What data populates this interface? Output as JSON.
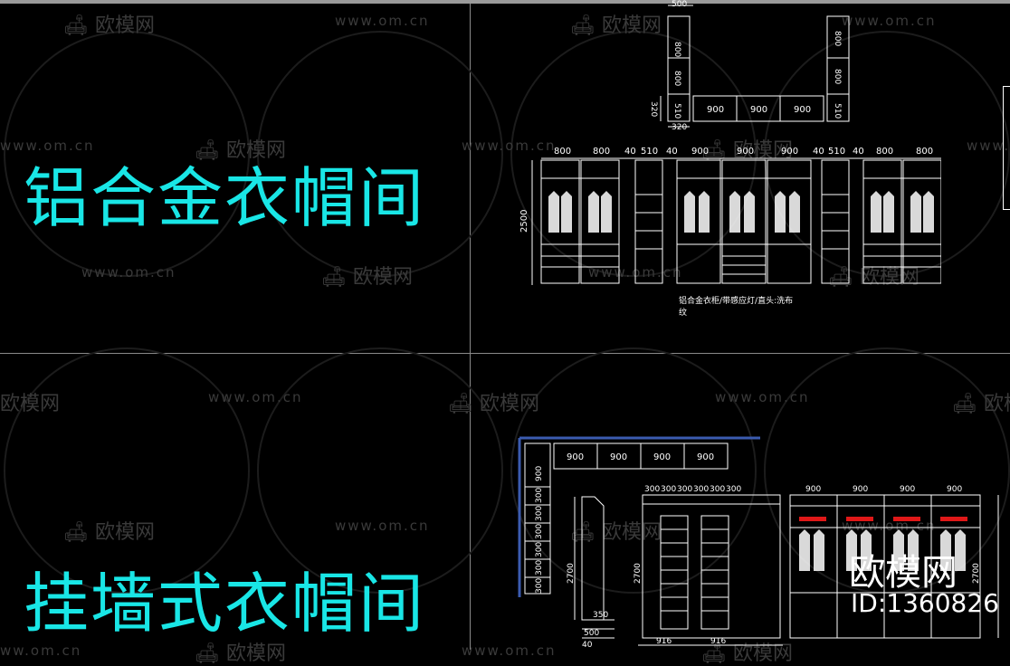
{
  "titles": {
    "aluminum": "铝合金衣帽间",
    "wall_hung": "挂墙式衣帽间"
  },
  "watermark": {
    "logo": "欧模网",
    "url": "www.om.cn",
    "url_short": "ww.om.cn",
    "logo_partial": "欧模网"
  },
  "top_plan": {
    "top_width": "500",
    "left_col": [
      "800",
      "800"
    ],
    "right_col": [
      "800",
      "800"
    ],
    "corner_left": "510",
    "corner_right": "510",
    "row": [
      "900",
      "900",
      "900"
    ],
    "side_320": "320",
    "bottom_320": "320"
  },
  "top_elev": {
    "widths": [
      "800",
      "800",
      "40",
      "510",
      "40",
      "900",
      "900",
      "900",
      "40",
      "510",
      "40",
      "800",
      "800"
    ],
    "height": "2500",
    "caption_line1": "铝合金衣柜/带感应灯/直头:洗布",
    "caption_line2": "纹"
  },
  "bottom_plan": {
    "row": [
      "900",
      "900",
      "900",
      "900"
    ],
    "side": [
      "900",
      "300",
      "300",
      "300",
      "300",
      "300",
      "300"
    ]
  },
  "bottom_elev": {
    "top_small": [
      "300",
      "300",
      "300",
      "300",
      "300",
      "300"
    ],
    "bottom": [
      "916",
      "916"
    ],
    "heights": [
      "2700",
      "2700",
      "2700"
    ],
    "col_900": [
      "900",
      "900",
      "900",
      "900"
    ],
    "left_dims": [
      "350",
      "500",
      "40"
    ]
  },
  "brand_overlay": {
    "name": "欧模网",
    "id": "ID:1360826"
  }
}
